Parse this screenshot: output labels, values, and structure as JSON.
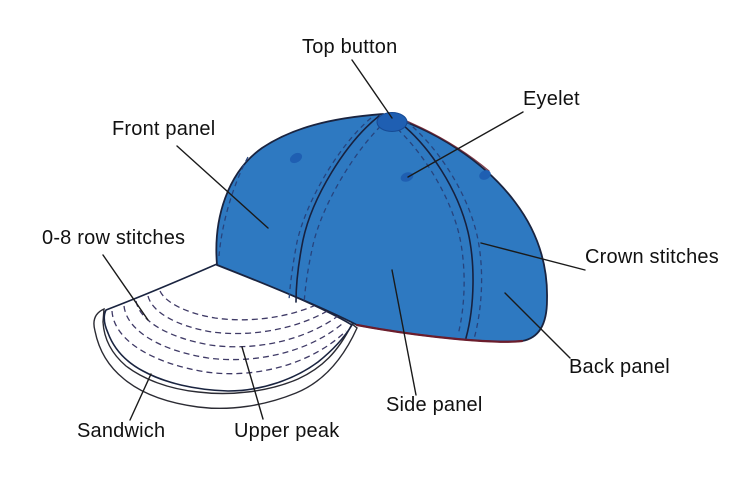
{
  "diagram": {
    "subject": "Baseball cap parts",
    "labels": [
      {
        "id": "top-button",
        "text": "Top button"
      },
      {
        "id": "eyelet",
        "text": "Eyelet"
      },
      {
        "id": "front-panel",
        "text": "Front panel"
      },
      {
        "id": "row-stitches",
        "text": "0-8 row stitches"
      },
      {
        "id": "crown-stitches",
        "text": "Crown stitches"
      },
      {
        "id": "back-panel",
        "text": "Back panel"
      },
      {
        "id": "side-panel",
        "text": "Side panel"
      },
      {
        "id": "sandwich",
        "text": "Sandwich"
      },
      {
        "id": "upper-peak",
        "text": "Upper peak"
      }
    ],
    "colors": {
      "cap_blue": "#2e79c1",
      "accent_dark_blue": "#1f5fb2",
      "outline_navy": "#1a2440",
      "crown_stitch_dash": "#27447e",
      "peak_stitch_dash": "#3f3a66",
      "maroon_edge": "#6b1d2c",
      "sandwich_white": "#ffffff",
      "label_text": "#111111"
    }
  }
}
